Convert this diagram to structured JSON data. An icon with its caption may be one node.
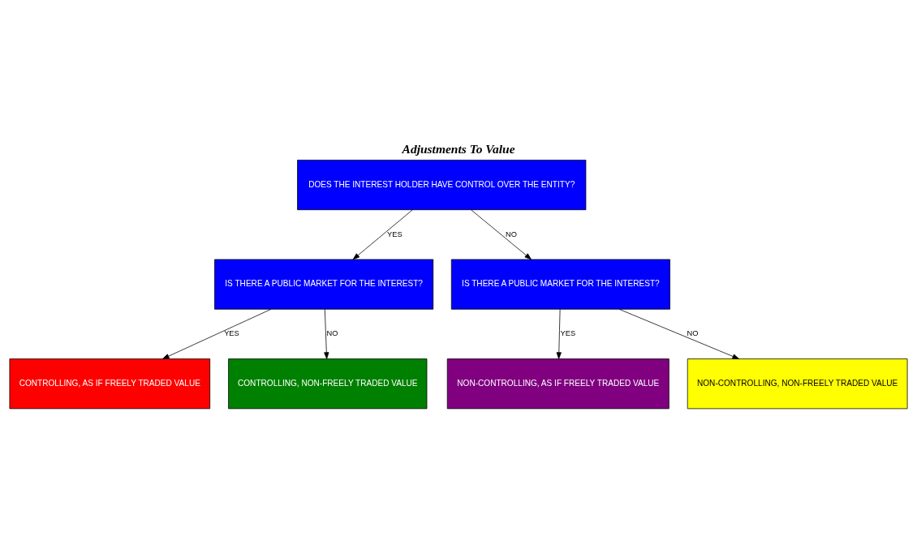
{
  "diagram": {
    "title": "Adjustments To Value",
    "nodes": [
      {
        "text": [
          "DOES THE INTEREST HOLDER HAVE CONTROL OVER THE ENTITY?"
        ]
      },
      {
        "text": [
          "IS THERE A PUBLIC MARKET FOR THE INTEREST?"
        ]
      },
      {
        "text": [
          "IS THERE A PUBLIC MARKET FOR THE INTEREST?"
        ]
      },
      {
        "text": [
          "CONTROLLING, AS IF FREELY TRADED VALUE"
        ]
      },
      {
        "text": [
          "CONTROLLING, NON-FREELY TRADED VALUE"
        ]
      },
      {
        "text": [
          "NON-CONTROLLING, AS IF FREELY TRADED VALUE"
        ]
      },
      {
        "text": [
          "NON-CONTROLLING, NON-FREELY TRADED VALUE"
        ]
      }
    ],
    "edges": [
      {
        "from": 0,
        "to": 1,
        "arrow": "to",
        "label": "YES"
      },
      {
        "from": 0,
        "to": 2,
        "arrow": "to",
        "label": "NO"
      },
      {
        "from": 1,
        "to": 3,
        "arrow": "to",
        "label": "YES"
      },
      {
        "from": 1,
        "to": 4,
        "arrow": "to",
        "label": "NO"
      },
      {
        "from": 2,
        "to": 5,
        "arrow": "to",
        "label": "YES"
      },
      {
        "from": 2,
        "to": 6,
        "arrow": "to",
        "label": "NO"
      }
    ]
  }
}
